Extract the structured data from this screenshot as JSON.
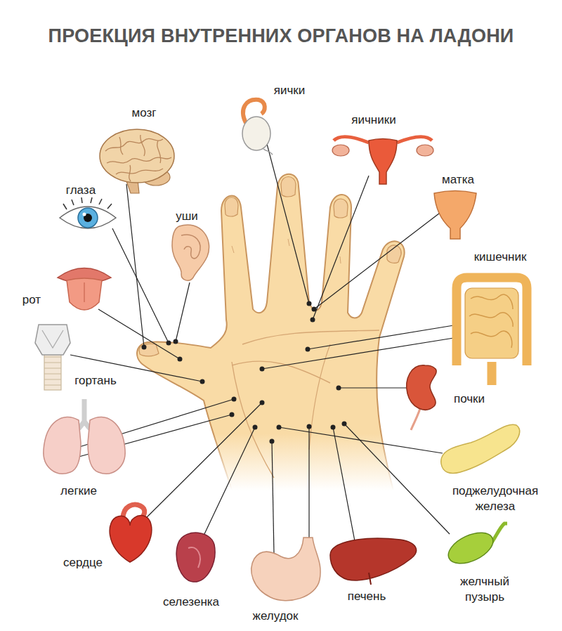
{
  "diagram": {
    "title": "ПРОЕКЦИЯ ВНУТРЕННИХ ОРГАНОВ НА ЛАДОНИ",
    "labels": [
      "яички",
      "мозг",
      "яичники",
      "матка",
      "глаза",
      "уши",
      "кишечник",
      "рот",
      "гортань",
      "почки",
      "легкие",
      "поджелудочная железа",
      "сердце",
      "желчный пузырь",
      "печень",
      "селезенка",
      "желудок"
    ]
  }
}
